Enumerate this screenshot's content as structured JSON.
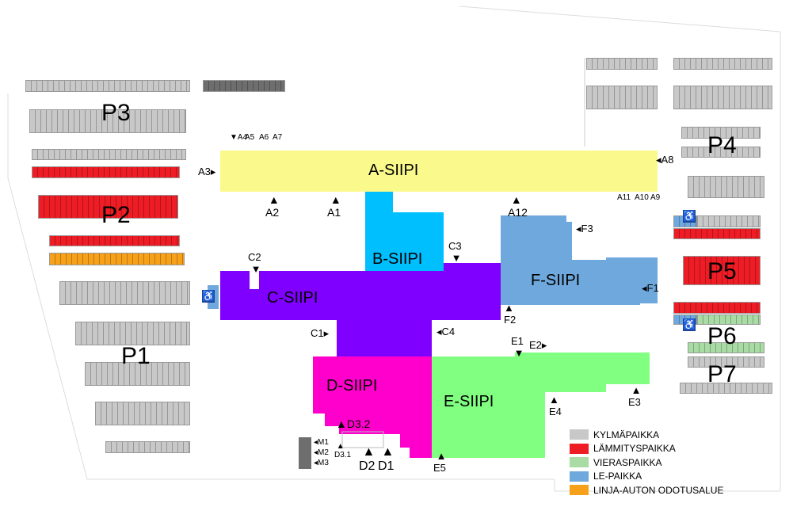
{
  "parking_areas": [
    "P1",
    "P2",
    "P3",
    "P4",
    "P5",
    "P6",
    "P7"
  ],
  "wings": [
    "A-SIIPI",
    "B-SIIPI",
    "C-SIIPI",
    "D-SIIPI",
    "E-SIIPI",
    "F-SIIPI"
  ],
  "doors": {
    "A1": "A1",
    "A2": "A2",
    "A3": "A3",
    "A4": "A4",
    "A5": "A5",
    "A6": "A6",
    "A7": "A7",
    "A8": "A8",
    "A9": "A9",
    "A10": "A10",
    "A11": "A11",
    "A12": "A12",
    "B": "",
    "C1": "C1",
    "C2": "C2",
    "C3": "C3",
    "C4": "C4",
    "D1": "D1",
    "D2": "D2",
    "D31": "D3.1",
    "D32": "D3.2",
    "E1": "E1",
    "E2": "E2",
    "E3": "E3",
    "E4": "E4",
    "E5": "E5",
    "F1": "F1",
    "F2": "F2",
    "F3": "F3",
    "M1": "M1",
    "M2": "M2",
    "M3": "M3"
  },
  "legend": [
    {
      "label": "KYLMÄPAIKKA",
      "color": "#c8c8c8"
    },
    {
      "label": "LÄMMITYSPAIKKA",
      "color": "#ee1c24"
    },
    {
      "label": "VIERASPAIKKA",
      "color": "#a9dba4"
    },
    {
      "label": "LE-PAIKKA",
      "color": "#6fa8dc"
    },
    {
      "label": "LINJA-AUTON ODOTUSALUE",
      "color": "#f7a11a"
    }
  ],
  "colors": {
    "A": "#fafa8c",
    "B": "#00bfff",
    "C": "#8000ff",
    "D": "#ff00cc",
    "E": "#80ff80",
    "F": "#6fa8dc"
  }
}
